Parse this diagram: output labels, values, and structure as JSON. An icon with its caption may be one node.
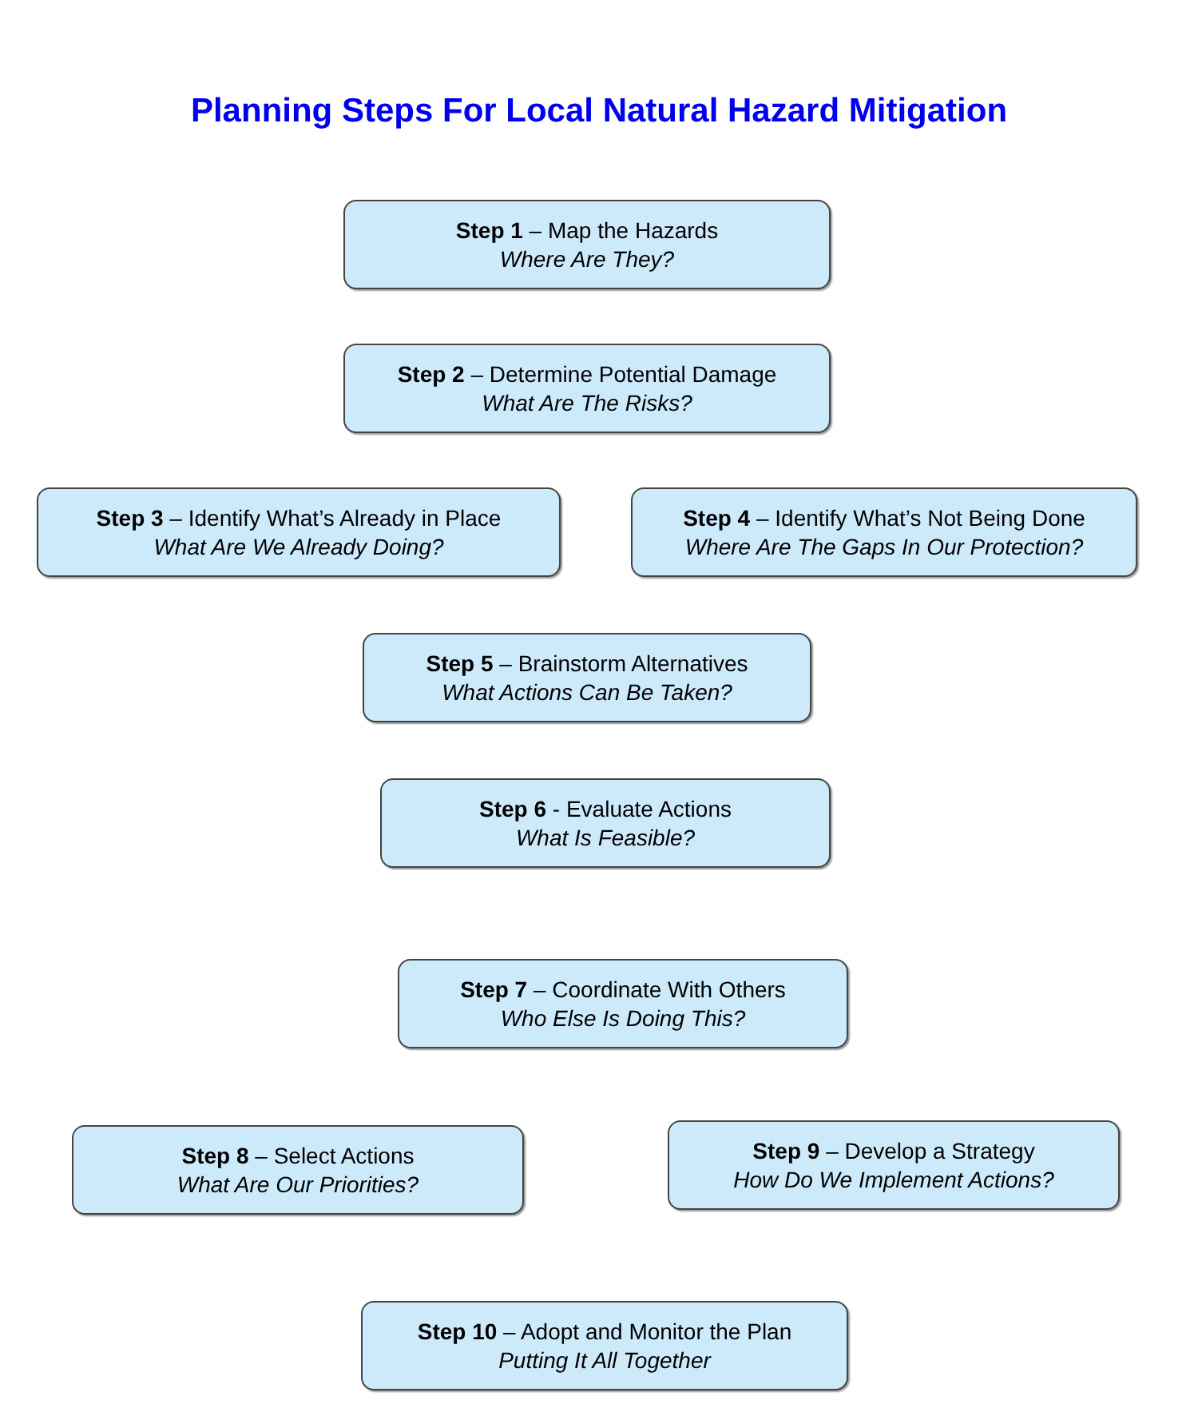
{
  "diagram": {
    "title": "Planning Steps For Local Natural Hazard Mitigation",
    "nodes": [
      {
        "text": [
          "**Step 1** – Map the Hazards",
          "Where Are They?"
        ]
      },
      {
        "text": [
          "**Step 2** – Determine Potential Damage",
          "What Are The Risks?"
        ]
      },
      {
        "text": [
          "**Step 3** – Identify What’s Already in Place",
          "What Are We Already Doing?"
        ]
      },
      {
        "text": [
          "**Step 4** – Identify What’s Not Being Done",
          "Where Are The Gaps In Our Protection?"
        ]
      },
      {
        "text": [
          "**Step 5** – Brainstorm Alternatives",
          "What Actions Can Be Taken?"
        ]
      },
      {
        "text": [
          "**Step 6** - Evaluate Actions",
          "What Is Feasible?"
        ]
      },
      {
        "text": [
          "**Step 7** – Coordinate With Others",
          "Who Else Is Doing This?"
        ]
      },
      {
        "text": [
          "**Step 8** – Select Actions",
          "What Are Our Priorities?"
        ]
      },
      {
        "text": [
          "**Step 9** – Develop a Strategy",
          "How Do We Implement Actions?"
        ]
      },
      {
        "text": [
          "**Step 10** – Adopt and Monitor the Plan",
          "Putting It All Together"
        ]
      }
    ]
  }
}
